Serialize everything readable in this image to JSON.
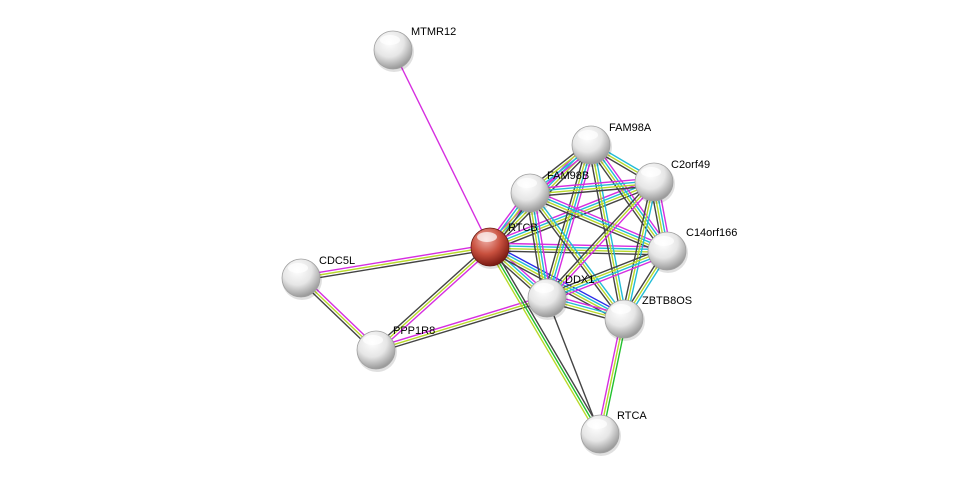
{
  "network": {
    "nodes": [
      {
        "id": "MTMR12",
        "label": "MTMR12",
        "query": false
      },
      {
        "id": "FAM98A",
        "label": "FAM98A",
        "query": false
      },
      {
        "id": "C2orf49",
        "label": "C2orf49",
        "query": false
      },
      {
        "id": "FAM98B",
        "label": "FAM98B",
        "query": false
      },
      {
        "id": "RTCB",
        "label": "RTCB",
        "query": true
      },
      {
        "id": "C14orf166",
        "label": "C14orf166",
        "query": false
      },
      {
        "id": "CDC5L",
        "label": "CDC5L",
        "query": false
      },
      {
        "id": "DDX1",
        "label": "DDX1",
        "query": false
      },
      {
        "id": "ZBTB8OS",
        "label": "ZBTB8OS",
        "query": false
      },
      {
        "id": "PPP1R8",
        "label": "PPP1R8",
        "query": false
      },
      {
        "id": "RTCA",
        "label": "RTCA",
        "query": false
      }
    ],
    "evidence_colors": {
      "experiments": "#d62ee0",
      "databases": "#22bcd6",
      "textmining": "#b9d92a",
      "coexpression": "#444444",
      "neighborhood": "#22c12e",
      "cooccurrence": "#2a2ae8"
    },
    "edges": [
      {
        "s": "MTMR12",
        "t": "RTCB",
        "ev": [
          "experiments"
        ]
      },
      {
        "s": "RTCB",
        "t": "CDC5L",
        "ev": [
          "coexpression",
          "textmining",
          "experiments"
        ]
      },
      {
        "s": "CDC5L",
        "t": "PPP1R8",
        "ev": [
          "experiments",
          "textmining",
          "coexpression"
        ]
      },
      {
        "s": "RTCB",
        "t": "PPP1R8",
        "ev": [
          "experiments",
          "textmining",
          "coexpression"
        ]
      },
      {
        "s": "PPP1R8",
        "t": "DDX1",
        "ev": [
          "experiments",
          "textmining",
          "coexpression"
        ]
      },
      {
        "s": "RTCB",
        "t": "RTCA",
        "ev": [
          "coexpression",
          "neighborhood",
          "textmining"
        ]
      },
      {
        "s": "DDX1",
        "t": "RTCA",
        "ev": [
          "coexpression"
        ]
      },
      {
        "s": "ZBTB8OS",
        "t": "RTCA",
        "ev": [
          "neighborhood",
          "textmining",
          "experiments"
        ]
      },
      {
        "s": "RTCB",
        "t": "FAM98A",
        "ev": [
          "experiments",
          "databases",
          "textmining",
          "coexpression"
        ]
      },
      {
        "s": "RTCB",
        "t": "FAM98B",
        "ev": [
          "experiments",
          "databases",
          "textmining",
          "coexpression"
        ]
      },
      {
        "s": "RTCB",
        "t": "C2orf49",
        "ev": [
          "experiments",
          "databases",
          "textmining",
          "coexpression"
        ]
      },
      {
        "s": "RTCB",
        "t": "C14orf166",
        "ev": [
          "experiments",
          "databases",
          "textmining",
          "coexpression"
        ]
      },
      {
        "s": "RTCB",
        "t": "DDX1",
        "ev": [
          "experiments",
          "databases",
          "textmining",
          "coexpression"
        ]
      },
      {
        "s": "RTCB",
        "t": "ZBTB8OS",
        "ev": [
          "cooccurrence",
          "databases",
          "textmining",
          "coexpression"
        ]
      },
      {
        "s": "FAM98A",
        "t": "FAM98B",
        "ev": [
          "experiments",
          "databases",
          "textmining",
          "coexpression"
        ]
      },
      {
        "s": "FAM98A",
        "t": "C2orf49",
        "ev": [
          "databases",
          "textmining",
          "coexpression"
        ]
      },
      {
        "s": "FAM98A",
        "t": "C14orf166",
        "ev": [
          "experiments",
          "databases",
          "textmining",
          "coexpression"
        ]
      },
      {
        "s": "FAM98A",
        "t": "DDX1",
        "ev": [
          "experiments",
          "databases",
          "textmining",
          "coexpression"
        ]
      },
      {
        "s": "FAM98A",
        "t": "ZBTB8OS",
        "ev": [
          "databases",
          "textmining",
          "coexpression"
        ]
      },
      {
        "s": "FAM98B",
        "t": "C2orf49",
        "ev": [
          "experiments",
          "databases",
          "textmining",
          "coexpression"
        ]
      },
      {
        "s": "FAM98B",
        "t": "C14orf166",
        "ev": [
          "experiments",
          "databases",
          "textmining",
          "coexpression"
        ]
      },
      {
        "s": "FAM98B",
        "t": "DDX1",
        "ev": [
          "experiments",
          "databases",
          "textmining",
          "coexpression"
        ]
      },
      {
        "s": "FAM98B",
        "t": "ZBTB8OS",
        "ev": [
          "databases",
          "textmining",
          "coexpression"
        ]
      },
      {
        "s": "C2orf49",
        "t": "C14orf166",
        "ev": [
          "experiments",
          "databases",
          "textmining",
          "coexpression"
        ]
      },
      {
        "s": "C2orf49",
        "t": "DDX1",
        "ev": [
          "experiments",
          "textmining",
          "coexpression"
        ]
      },
      {
        "s": "C2orf49",
        "t": "ZBTB8OS",
        "ev": [
          "databases",
          "textmining",
          "coexpression"
        ]
      },
      {
        "s": "C14orf166",
        "t": "DDX1",
        "ev": [
          "experiments",
          "databases",
          "textmining",
          "coexpression"
        ]
      },
      {
        "s": "C14orf166",
        "t": "ZBTB8OS",
        "ev": [
          "databases",
          "textmining",
          "coexpression"
        ]
      },
      {
        "s": "DDX1",
        "t": "ZBTB8OS",
        "ev": [
          "experiments",
          "databases",
          "textmining",
          "coexpression"
        ]
      }
    ]
  }
}
